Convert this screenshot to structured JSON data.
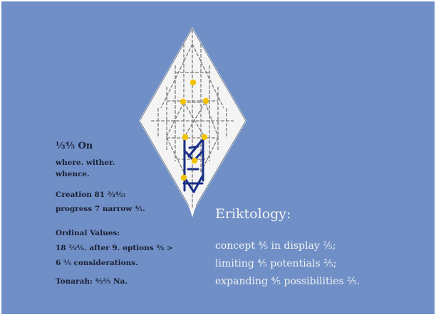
{
  "colors": {
    "background": "#6f8fc6",
    "diamond_fill": "#f4f4f4",
    "diamond_edge": "#ffffff",
    "lattice": "#7c7c7c",
    "glyph": "#1a2f86",
    "nodes": "#f3c300",
    "light_text": "#f2f2f2",
    "dark_text": "#1c2033"
  },
  "left_text": {
    "heading": "⅓⅘ On",
    "heading_sub_1": "where. wither.",
    "heading_sub_2": "whence.",
    "creation_1": "Creation 81 ⅔⅘:",
    "creation_2": "progress 7 narrow ⅘.",
    "ordinal_heading": "Ordinal Values:",
    "ordinal_1": "18 ⅔⅘. after 9. options ⅔ >",
    "ordinal_2": "6 ⅖ considerations.",
    "tonarah": "Tonarah: ⅘⅖ Na."
  },
  "eriktology": {
    "title": "Eriktology:",
    "line_1": "concept ⅘ in display ⅖;",
    "line_2": "limiting ⅘ potentials ⅖;",
    "line_3": "expanding ⅘ possibilities ⅖."
  },
  "icons": {
    "diagram": "tree-of-life-diamond",
    "glyph": "blue-sigil-glyph"
  }
}
